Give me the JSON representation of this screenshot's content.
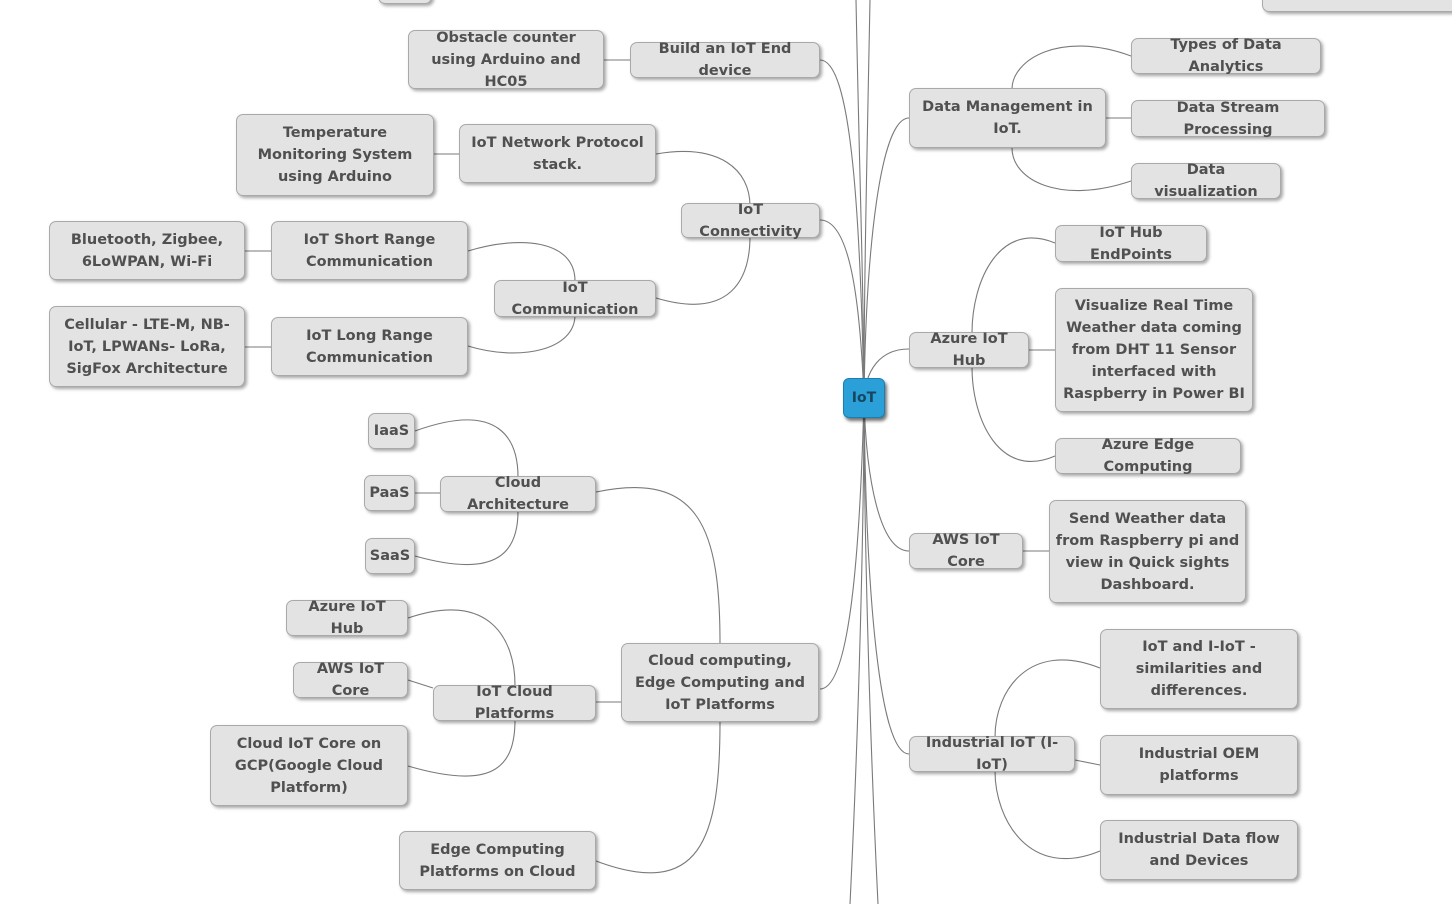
{
  "colors": {
    "root_fill": "#2a9fd8",
    "root_text": "#16475f",
    "node_fill": "#e3e3e3",
    "node_text": "#505050",
    "line": "#7a7a7a"
  },
  "nodes": {
    "root": "IoT",
    "build_end_device": "Build an IoT End device",
    "obstacle_counter": "Obstacle counter using Arduino and HC05",
    "network_protocol_stack": "IoT Network Protocol stack.",
    "temperature_monitoring": "Temperature Monitoring System using Arduino",
    "iot_connectivity": "IoT Connectivity",
    "iot_communication": "IoT Communication",
    "short_range": "IoT Short Range Communication",
    "short_range_tech": "Bluetooth, Zigbee, 6LoWPAN, Wi-Fi",
    "long_range": "IoT Long Range Communication",
    "long_range_tech": "Cellular - LTE-M, NB-IoT, LPWANs- LoRa, SigFox Architecture",
    "cloud_edge_platforms": "Cloud computing, Edge Computing and IoT Platforms",
    "cloud_architecture": "Cloud Architecture",
    "iaas": "IaaS",
    "paas": "PaaS",
    "saas": "SaaS",
    "iot_cloud_platforms": "IoT Cloud Platforms",
    "azure_iot_hub_leaf": "Azure IoT Hub",
    "aws_iot_core_leaf": "AWS IoT Core",
    "gcp_iot_core": "Cloud IoT Core on GCP(Google Cloud Platform)",
    "edge_platforms": "Edge Computing Platforms on Cloud",
    "data_management": "Data Management in IoT.",
    "data_analytics_types": "Types of Data Analytics",
    "data_stream_processing": "Data Stream Processing",
    "data_visualization": "Data visualization",
    "azure_iot_hub": "Azure IoT Hub",
    "iot_hub_endpoints": "IoT Hub EndPoints",
    "visualize_weather": "Visualize Real Time Weather data coming from DHT 11 Sensor interfaced with Raspberry in Power BI",
    "azure_edge_computing": "Azure Edge Computing",
    "aws_iot_core": "AWS IoT Core",
    "send_weather_data": "Send Weather data from Raspberry pi and view in Quick sights Dashboard.",
    "industrial_iot": "Industrial IoT (I-IoT)",
    "iot_vs_iiot": "IoT and I-IoT - similarities and differences.",
    "industrial_oem": "Industrial OEM platforms",
    "industrial_data_flow": "Industrial Data flow and Devices"
  }
}
